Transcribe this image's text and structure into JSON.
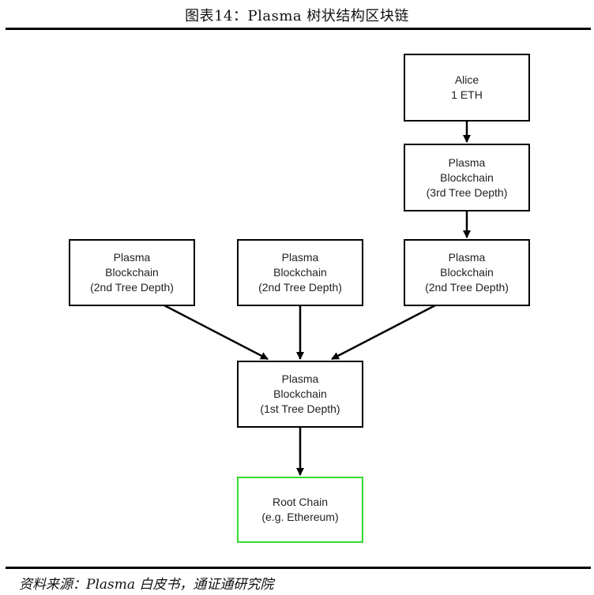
{
  "figure": {
    "title": "图表14：Plasma 树状结构区块链",
    "source": "资料来源：Plasma 白皮书，通证通研究院"
  },
  "nodes": {
    "alice": {
      "line1": "Alice",
      "line2": "1 ETH"
    },
    "depth3": {
      "line1": "Plasma",
      "line2": "Blockchain",
      "line3": "(3rd Tree Depth)"
    },
    "depth2_left": {
      "line1": "Plasma",
      "line2": "Blockchain",
      "line3": "(2nd Tree Depth)"
    },
    "depth2_middle": {
      "line1": "Plasma",
      "line2": "Blockchain",
      "line3": "(2nd Tree Depth)"
    },
    "depth2_right": {
      "line1": "Plasma",
      "line2": "Blockchain",
      "line3": "(2nd Tree Depth)"
    },
    "depth1": {
      "line1": "Plasma",
      "line2": "Blockchain",
      "line3": "(1st Tree Depth)"
    },
    "root": {
      "line1": "Root Chain",
      "line2": "(e.g. Ethereum)"
    }
  },
  "colors": {
    "root_border": "#33dd33",
    "node_border": "#000000",
    "edge": "#000000"
  }
}
